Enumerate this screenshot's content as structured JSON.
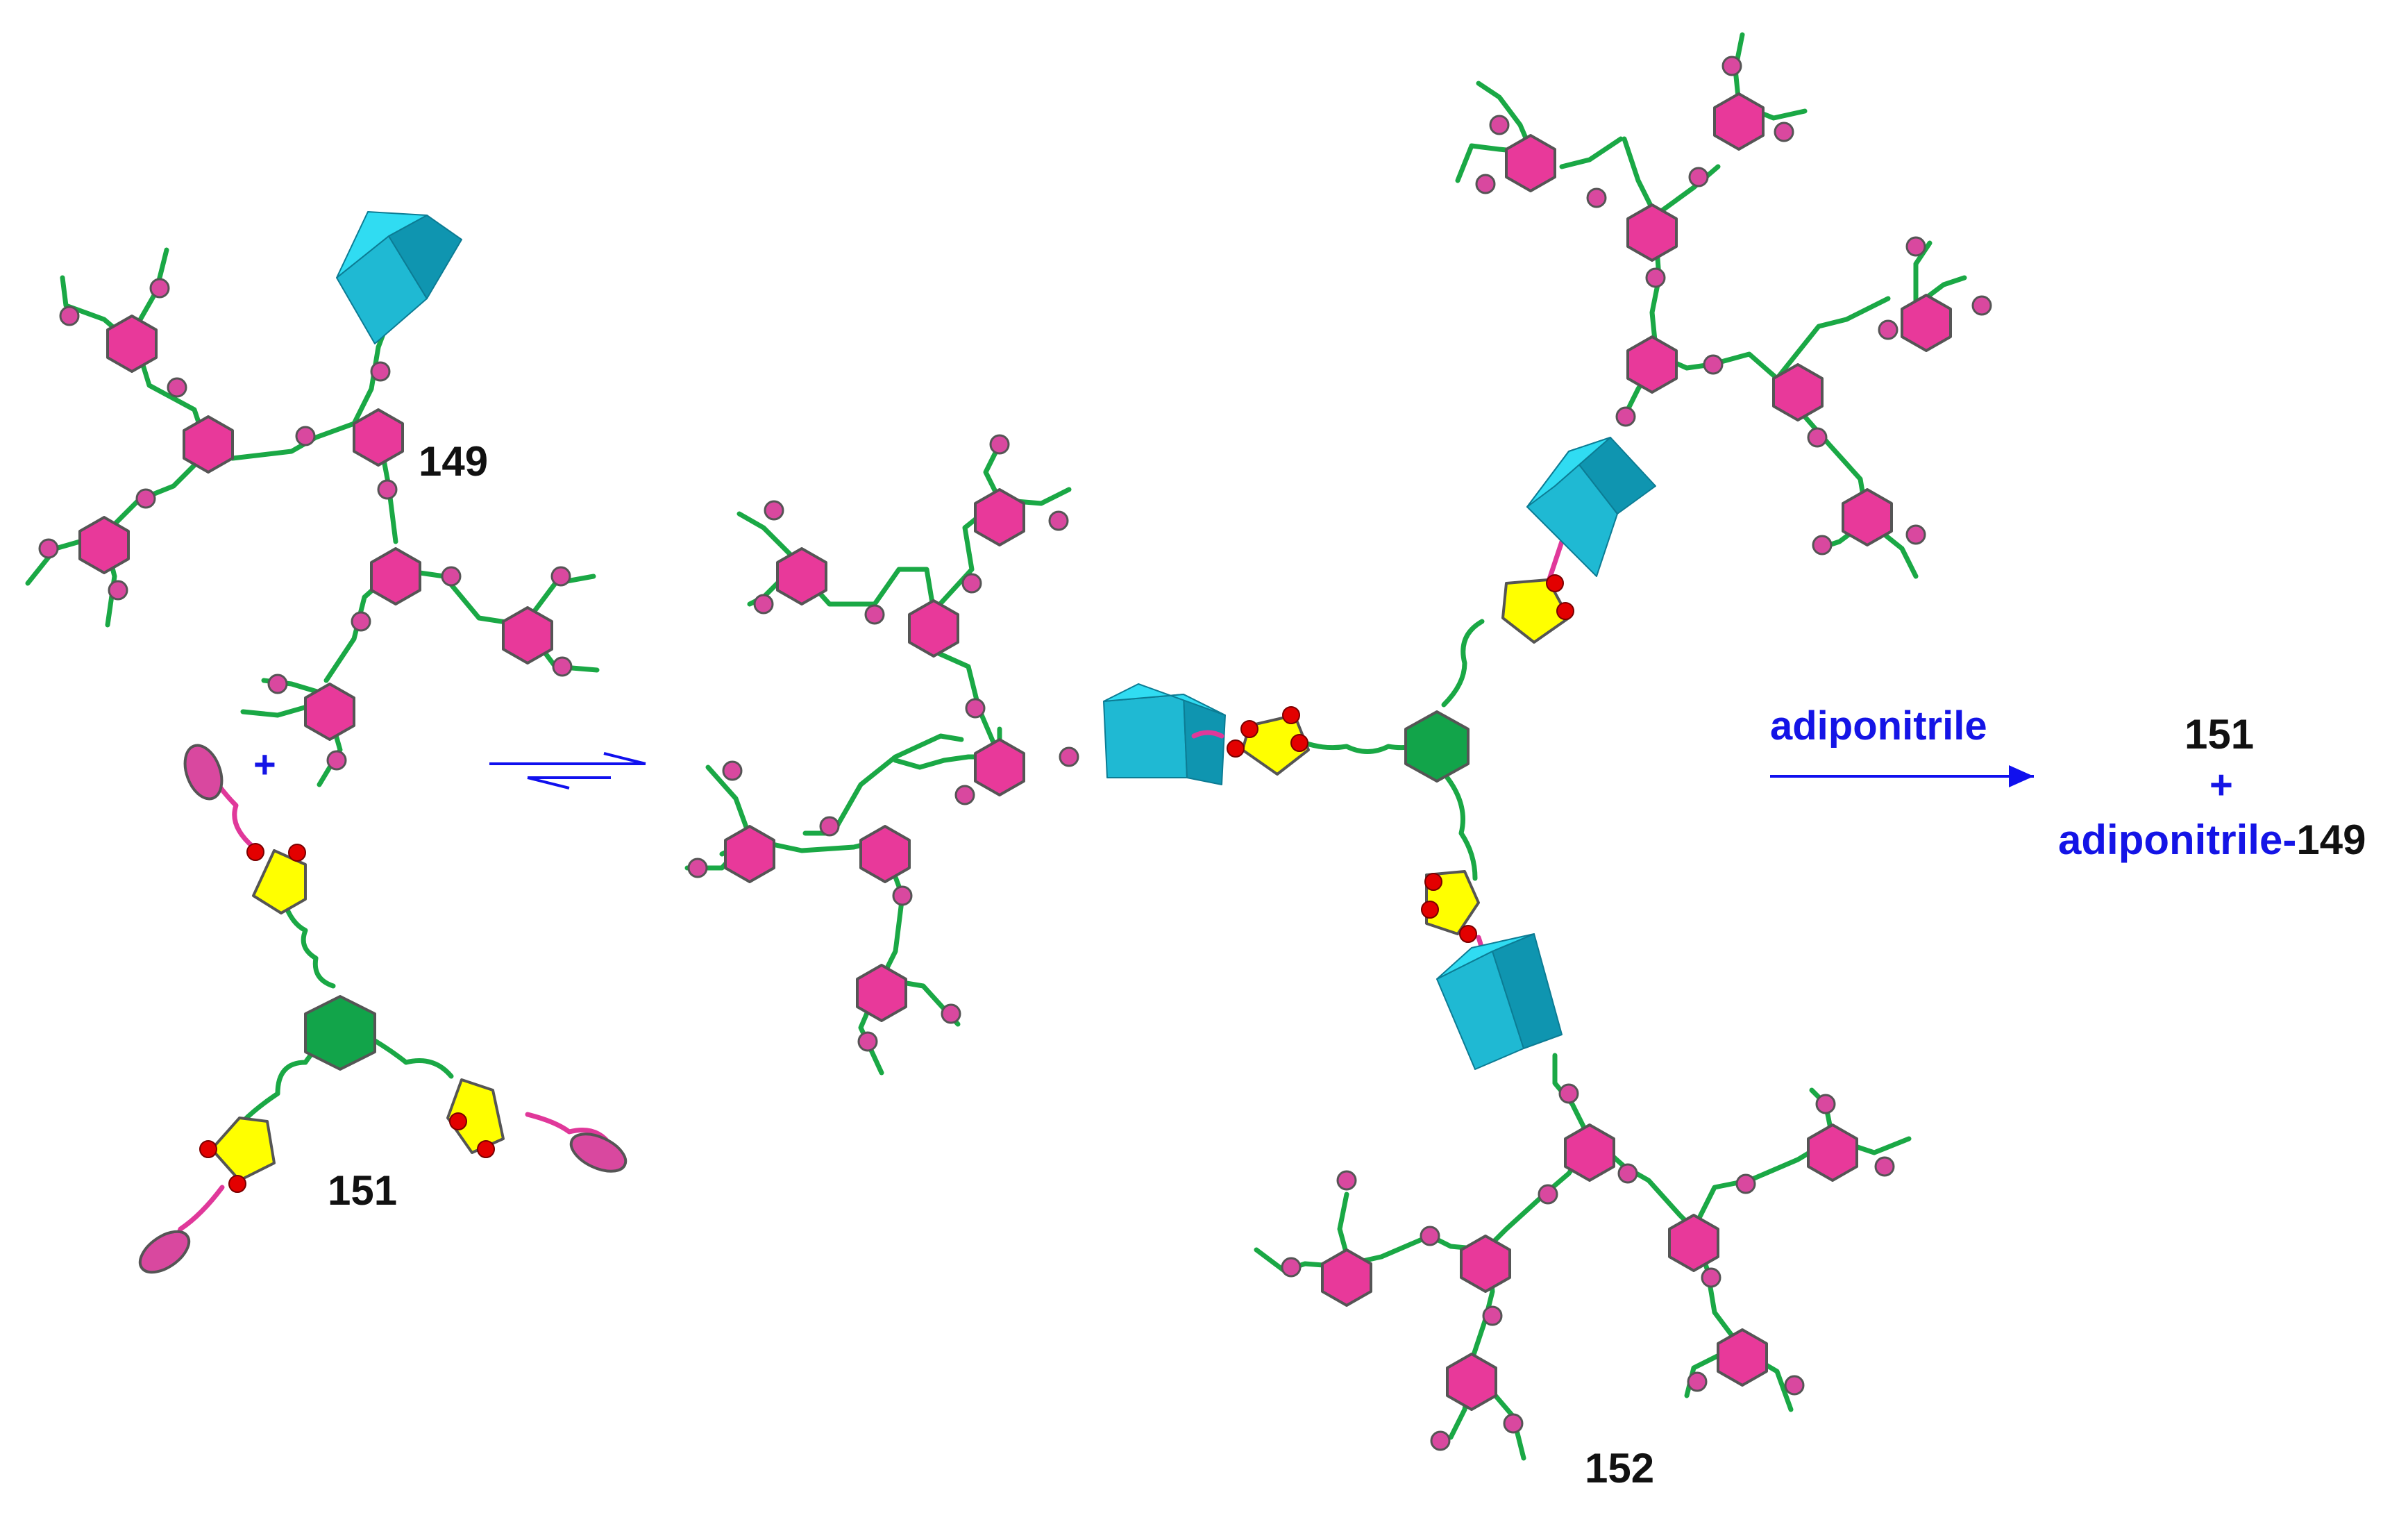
{
  "labels": {
    "compound_149": "149",
    "compound_151": "151",
    "compound_152": "152",
    "plus": "+",
    "reagent": "adiponitrile",
    "product_151": "151",
    "product_plus": "+",
    "product_adiponitrile_prefix": "adiponitrile-",
    "product_adiponitrile_suffix": "149"
  },
  "colors": {
    "hexagon": "#e8399a",
    "core_hexagon": "#12a44a",
    "pentagon": "#ffff00",
    "end_group": "#d9489f",
    "oxygen": "#e30000",
    "linker": "#1aa845",
    "tether": "#e0389a",
    "cube_front": "#1fb9d3",
    "cube_top": "#30dcf2",
    "cube_side": "#0f95b0",
    "arrow": "#1010ee",
    "text_black": "#111111",
    "text_blue": "#1414e6"
  },
  "icons": [
    "pink-hexagon-icon",
    "green-hexagon-icon",
    "yellow-pentagon-icon",
    "cyan-cube-icon",
    "pink-ellipse-icon"
  ]
}
